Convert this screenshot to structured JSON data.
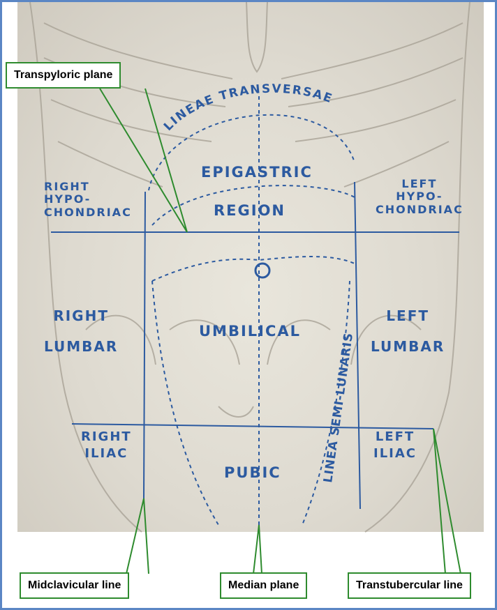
{
  "callouts": {
    "transpyloric": "Transpyloric plane",
    "midclavicular": "Midclavicular line",
    "median": "Median plane",
    "transtubercular": "Transtubercular line"
  },
  "regions": {
    "lineae_transversae": "LINEAE TRANSVERSAE",
    "epigastric_1": "EPIGASTRIC",
    "epigastric_2": "REGION",
    "right_hypo_1": "RIGHT",
    "right_hypo_2": "HYPO-",
    "right_hypo_3": "CHONDRIAC",
    "left_hypo_1": "LEFT",
    "left_hypo_2": "HYPO-",
    "left_hypo_3": "CHONDRIAC",
    "right_lumbar_1": "RIGHT",
    "right_lumbar_2": "LUMBAR",
    "umbilical": "UMBILICAL",
    "left_lumbar_1": "LEFT",
    "left_lumbar_2": "LUMBAR",
    "linea_semilunaris": "LINEA SEMI-LUNARIS",
    "right_iliac_1": "RIGHT",
    "right_iliac_2": "ILIAC",
    "pubic": "PUBIC",
    "left_iliac_1": "LEFT",
    "left_iliac_2": "ILIAC"
  },
  "colors": {
    "frame": "#5b86c4",
    "callout_border": "#2e8b2e",
    "ink": "#2c5aa0",
    "plate": "#dedad0"
  }
}
